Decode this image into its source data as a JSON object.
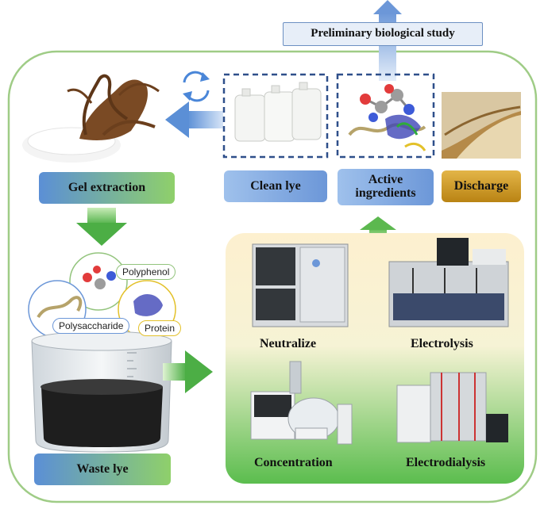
{
  "title_box": "Preliminary biological study",
  "labels": {
    "gel_extraction": "Gel extraction",
    "clean_lye": "Clean lye",
    "active_ingredients": "Active ingredients",
    "discharge": "Discharge",
    "waste_lye": "Waste lye"
  },
  "components": {
    "polyphenol": "Polyphenol",
    "polysaccharide": "Polysaccharide",
    "protein": "Protein"
  },
  "treatments": {
    "neutralize": "Neutralize",
    "electrolysis": "Electrolysis",
    "concentration": "Concentration",
    "electrodialysis": "Electrodialysis"
  },
  "colors": {
    "outer_border": "#93c47d",
    "blue_arrow": "#6c97d8",
    "green_arrow": "#55b24a",
    "dash_border": "#2e4f8a",
    "discharge_fill": "#c58f1a"
  }
}
